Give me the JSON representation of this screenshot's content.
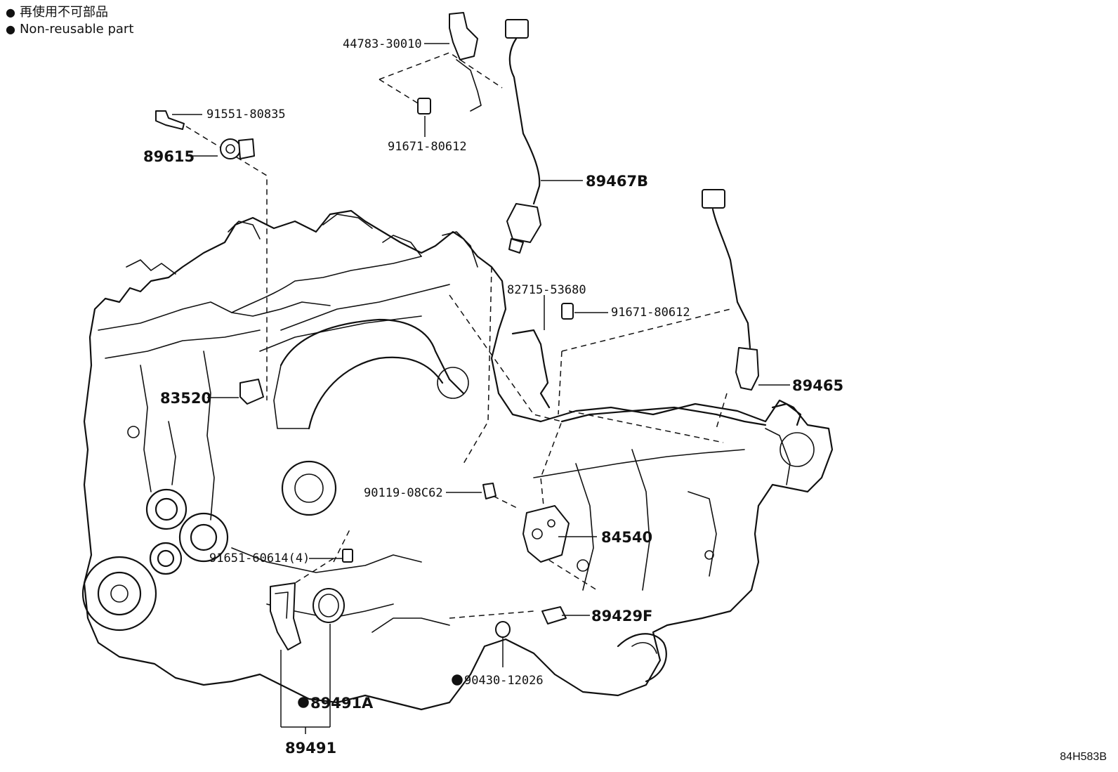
{
  "legend": {
    "japanese": "再使用不可部品",
    "english": "Non-reusable part"
  },
  "diagram_code": "84H583B",
  "callouts": {
    "p44783": "44783-30010",
    "p91551": "91551-80835",
    "p91671a": "91671-80612",
    "p89615": "89615",
    "p89467b": "89467B",
    "p82715": "82715-53680",
    "p91671b": "91671-80612",
    "p89465": "89465",
    "p83520": "83520",
    "p90119": "90119-08C62",
    "p84540": "84540",
    "p91651": "91651-60614(4)",
    "p89429f": "89429F",
    "p90430": "90430-12026",
    "p89491a": "89491A",
    "p89491": "89491"
  }
}
